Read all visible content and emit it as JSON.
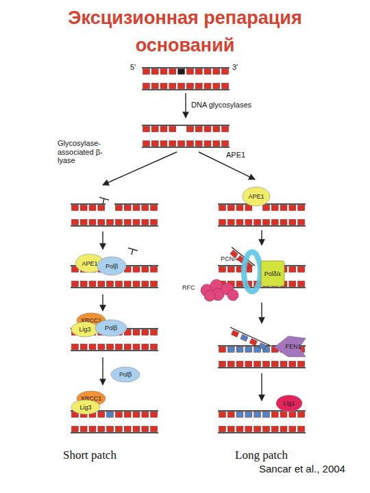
{
  "diagram": {
    "title": "Эксцизионная репарация оснований",
    "caption": "Sancar et al., 2004",
    "nodes": [
      {
        "text": [
          "APE1"
        ]
      },
      {
        "text": [
          "APE1"
        ]
      },
      {
        "text": [
          "Polβ"
        ]
      },
      {
        "text": [
          "PCNA"
        ]
      },
      {
        "text": [
          "Polδ/ε"
        ]
      },
      {
        "text": [
          "RFC"
        ]
      },
      {
        "text": [
          "XRCC1"
        ]
      },
      {
        "text": [
          "Lig3"
        ]
      },
      {
        "text": [
          "Polβ"
        ]
      },
      {
        "text": [
          "FEN1"
        ]
      },
      {
        "text": [
          "Polβ"
        ]
      },
      {
        "text": [
          "XRCC1"
        ]
      },
      {
        "text": [
          "Lig3"
        ]
      },
      {
        "text": [
          "Lig1"
        ]
      }
    ],
    "labels": [
      "5'",
      "3'",
      "DNA glycosylases",
      "Glycosylase-associated β-lyase",
      "APE1",
      "Short patch",
      "Long patch"
    ]
  }
}
